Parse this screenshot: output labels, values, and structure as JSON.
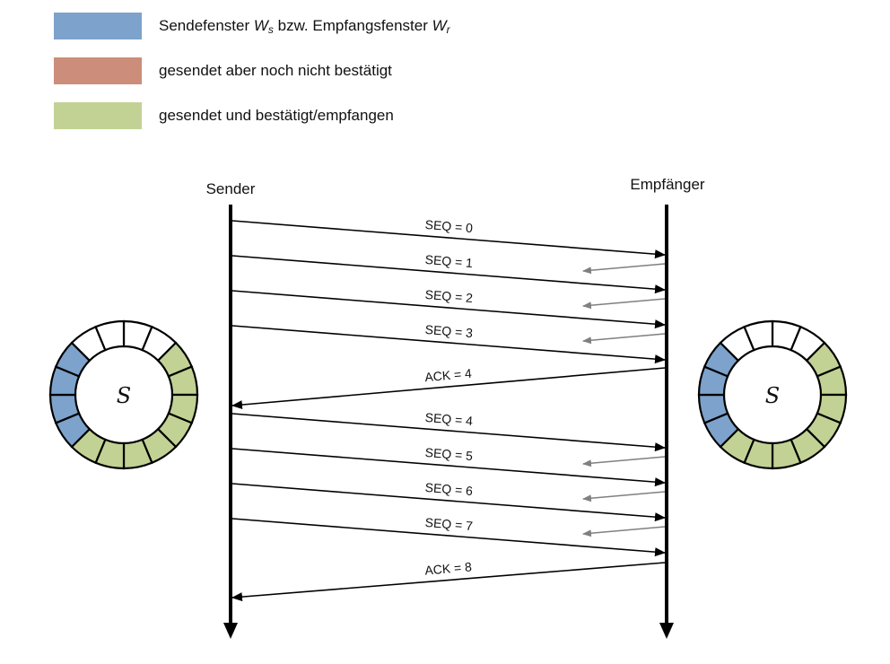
{
  "legend": {
    "colors": {
      "window": "#7da2cb",
      "sent_unacked": "#cc8d7a",
      "acked": "#c2d294"
    },
    "window": {
      "text_prefix": "Sendefenster ",
      "ws_main": "W",
      "ws_sub": "s",
      "text_middle": " bzw. Empfangsfenster ",
      "wr_main": "W",
      "wr_sub": "r"
    },
    "sent_unacked": {
      "label": "gesendet aber noch nicht bestätigt"
    },
    "acked": {
      "label": "gesendet und bestätigt/empfangen"
    }
  },
  "actors": {
    "sender": "Sender",
    "receiver": "Empfänger"
  },
  "messages": [
    {
      "label": "SEQ = 0",
      "direction": "to-receiver",
      "ack_return": false
    },
    {
      "label": "SEQ = 1",
      "direction": "to-receiver",
      "ack_return": true
    },
    {
      "label": "SEQ = 2",
      "direction": "to-receiver",
      "ack_return": true
    },
    {
      "label": "SEQ = 3",
      "direction": "to-receiver",
      "ack_return": true
    },
    {
      "label": "ACK = 4",
      "direction": "to-sender",
      "ack_return": false
    },
    {
      "label": "SEQ = 4",
      "direction": "to-receiver",
      "ack_return": false
    },
    {
      "label": "SEQ = 5",
      "direction": "to-receiver",
      "ack_return": true
    },
    {
      "label": "SEQ = 6",
      "direction": "to-receiver",
      "ack_return": true
    },
    {
      "label": "SEQ = 7",
      "direction": "to-receiver",
      "ack_return": true
    },
    {
      "label": "ACK = 8",
      "direction": "to-sender",
      "ack_return": false
    }
  ],
  "rings": {
    "center_symbol": "S",
    "segment_count": 16,
    "sender": {
      "segments": [
        "white",
        "white",
        "acked",
        "acked",
        "acked",
        "acked",
        "acked",
        "acked",
        "acked",
        "acked",
        "window",
        "window",
        "window",
        "window",
        "white",
        "white"
      ]
    },
    "receiver": {
      "segments": [
        "white",
        "white",
        "acked",
        "acked",
        "acked",
        "acked",
        "acked",
        "acked",
        "acked",
        "acked",
        "window",
        "window",
        "window",
        "window",
        "white",
        "white"
      ]
    }
  }
}
